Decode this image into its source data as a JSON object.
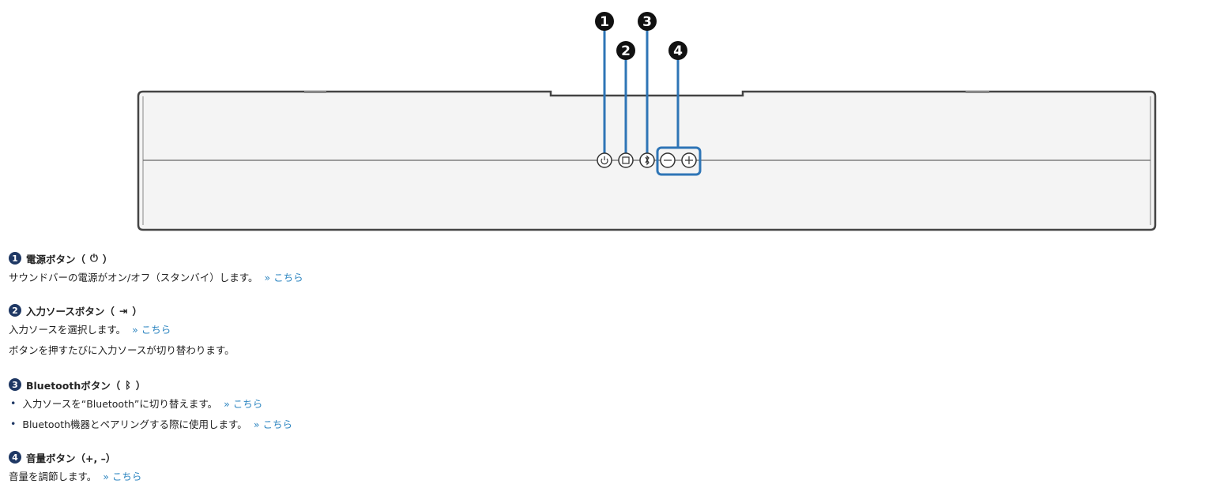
{
  "callouts": [
    "1",
    "2",
    "3",
    "4"
  ],
  "accent": "#2e75b6",
  "sections": [
    {
      "num": "1",
      "title": "電源ボタン（",
      "title_end": "）",
      "icon": "power-icon",
      "lines": [
        {
          "text": "サウンドバーの電源がオン/オフ（スタンバイ）します。",
          "link": "こちら"
        }
      ]
    },
    {
      "num": "2",
      "title": "入力ソースボタン（",
      "title_end": "）",
      "icon": "input-icon",
      "lines": [
        {
          "text": "入力ソースを選択します。",
          "link": "こちら"
        },
        {
          "text": "ボタンを押すたびに入力ソースが切り替わります。"
        }
      ]
    },
    {
      "num": "3",
      "title": "Bluetoothボタン（",
      "title_end": "）",
      "icon": "bluetooth-icon",
      "lines": [
        {
          "text": "入力ソースを“Bluetooth”に切り替えます。",
          "link": "こちら"
        },
        {
          "text": "Bluetooth機器とペアリングする際に使用します。",
          "link": "こちら"
        }
      ]
    },
    {
      "num": "4",
      "title": "音量ボタン（+, –）",
      "lines": [
        {
          "text": "音量を調節します。",
          "link": "こちら"
        }
      ]
    }
  ]
}
